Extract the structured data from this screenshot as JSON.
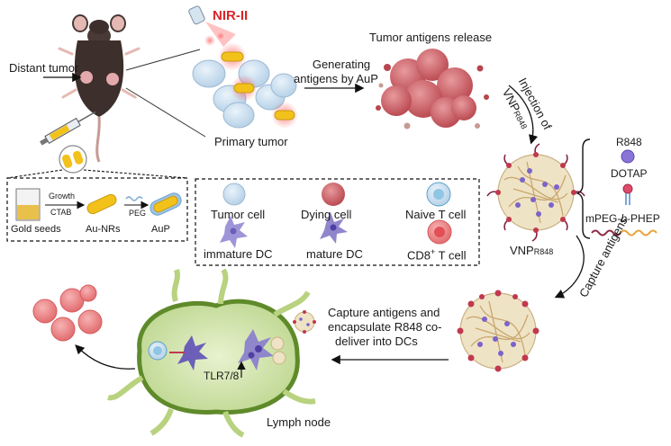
{
  "labels": {
    "distant_tumor": "Distant tumor",
    "nir": "NIR-II",
    "generating_line1": "Generating",
    "generating_line2": "antigens by AuP",
    "antigen_release": "Tumor antigens release",
    "primary_tumor": "Primary tumor",
    "injection_line1": "Injection of",
    "injection_line2": "VNP",
    "injection_sub": "R848",
    "growth": "Growth",
    "ctab": "CTAB",
    "peg": "PEG",
    "gold_seeds": "Gold seeds",
    "au_nrs": "Au-NRs",
    "aup": "AuP",
    "r848": "R848",
    "dotap": "DOTAP",
    "mpeg_prefix": "mPEG-",
    "mpeg_b": "b",
    "mpeg_suffix": "-PHEP",
    "vnp": "VNP",
    "vnp_sub": "R848",
    "capture_antigens": "Capture antigens",
    "capture_line1": "Capture antigens and",
    "capture_line2": "encapsulate R848 co-",
    "capture_line3": "deliver into DCs",
    "tlr": "TLR7/8",
    "lymph_node": "Lymph node"
  },
  "legend": [
    {
      "label": "Tumor cell",
      "sup": "",
      "label_rest": ""
    },
    {
      "label": "Dying cell",
      "sup": "",
      "label_rest": ""
    },
    {
      "label": "Naive T cell",
      "sup": "",
      "label_rest": ""
    },
    {
      "label": "immature DC",
      "sup": "",
      "label_rest": ""
    },
    {
      "label": "mature DC",
      "sup": "",
      "label_rest": ""
    },
    {
      "label": "CD8",
      "sup": "+",
      "label_rest": " T cell"
    }
  ],
  "colors": {
    "gold": "#f2c21b",
    "tumor_red": "#c9565e",
    "cell_blue": "#c6dcee",
    "tcell_red": "#f08a8a",
    "dc_purple": "#8f86cc",
    "node_green": "#6f9a2e",
    "node_fill": "#d8e8b4",
    "nir_red": "#d8262a"
  }
}
